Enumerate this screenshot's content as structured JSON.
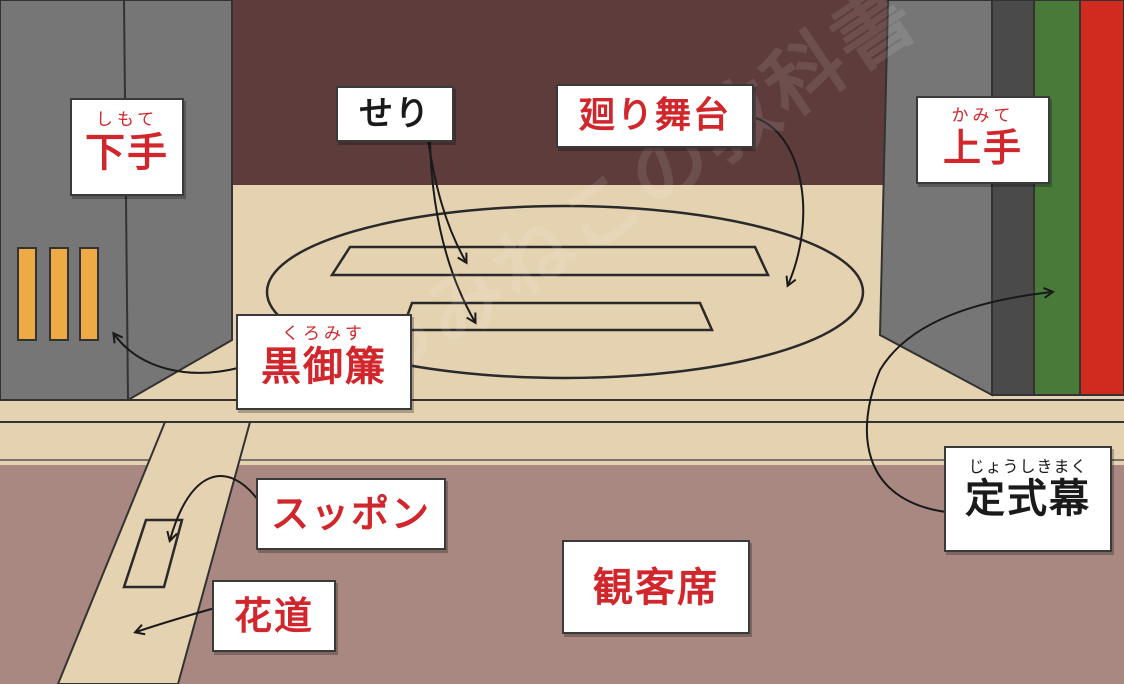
{
  "labels": {
    "shimote": {
      "ruby": "しもて",
      "text": "下手"
    },
    "kamite": {
      "ruby": "かみて",
      "text": "上手"
    },
    "seri": {
      "text": "せり"
    },
    "mawari_butai": {
      "text": "廻り舞台"
    },
    "kuromisu": {
      "ruby": "くろみす",
      "text": "黒御簾"
    },
    "suppon": {
      "text": "スッポン"
    },
    "hanamichi": {
      "text": "花道"
    },
    "kanjakuseki": {
      "text": "観客席"
    },
    "joshikimaku": {
      "ruby": "じょうしきまく",
      "text": "定式幕"
    }
  },
  "watermark": "ゆみねこの教科書",
  "colors": {
    "back_wall": "#5e3c3c",
    "stage_floor": "#e5d2b0",
    "wings": "#767676",
    "audience": "#a88880",
    "curtain_black": "#4a4a4a",
    "curtain_green": "#4a7a3a",
    "curtain_red": "#d12b20",
    "lattice_orange": "#eeaa45",
    "label_red": "#d1262b"
  }
}
